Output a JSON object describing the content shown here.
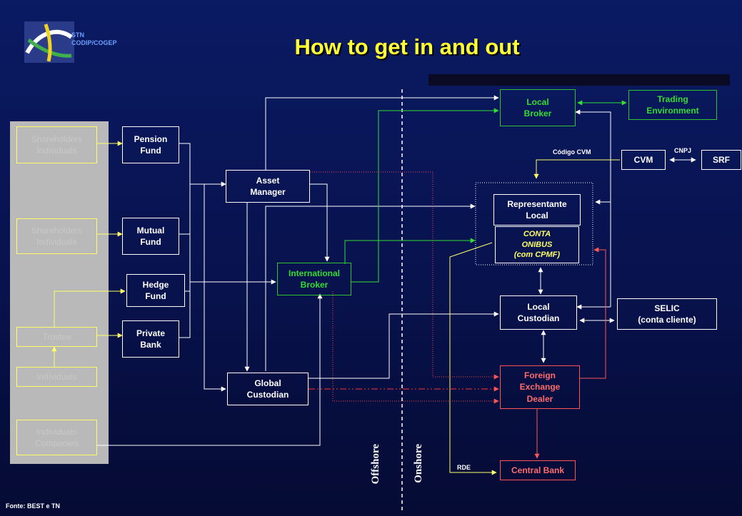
{
  "header": {
    "title": "How to get in and out",
    "org_line1": "STN",
    "org_line2": "CODIP/COGEP"
  },
  "left_panel": {
    "shareholders_1": {
      "line1": "Shareholders",
      "line2": "Individuals"
    },
    "shareholders_2": {
      "line1": "Shareholders",
      "line2": "Individuals"
    },
    "trustee": "Trustee",
    "individuals": "Individuals",
    "companies": {
      "line1": "Individuals",
      "line2": "Companies"
    }
  },
  "funds": {
    "pension": {
      "line1": "Pension",
      "line2": "Fund"
    },
    "mutual": {
      "line1": "Mutual",
      "line2": "Fund"
    },
    "hedge": {
      "line1": "Hedge",
      "line2": "Fund"
    },
    "private": {
      "line1": "Private",
      "line2": "Bank"
    }
  },
  "offshore": {
    "asset_manager": {
      "line1": "Asset",
      "line2": "Manager"
    },
    "international_broker": {
      "line1": "International",
      "line2": "Broker"
    },
    "global_custodian": {
      "line1": "Global",
      "line2": "Custodian"
    }
  },
  "onshore": {
    "local_broker": {
      "line1": "Local",
      "line2": "Broker"
    },
    "trading_environment": {
      "line1": "Trading",
      "line2": "Environment"
    },
    "cvm": "CVM",
    "srf": "SRF",
    "representante": {
      "line1": "Representante",
      "line2": "Local"
    },
    "conta": {
      "line1": "CONTA",
      "line2": "ONIBUS",
      "line3": "(com CPMF)"
    },
    "local_custodian": {
      "line1": "Local",
      "line2": "Custodian"
    },
    "selic": {
      "line1": "SELIC",
      "line2": "(conta cliente)"
    },
    "fx_dealer": {
      "line1": "Foreign",
      "line2": "Exchange",
      "line3": "Dealer"
    },
    "central_bank": "Central Bank"
  },
  "labels": {
    "codigo_cvm": "Código CVM",
    "cnpj": "CNPJ",
    "rde": "RDE",
    "offshore": "Offshore",
    "onshore": "Onshore",
    "source": "Fonte: BEST e TN"
  },
  "colors": {
    "background": "#0a1a63",
    "title": "#ffff33",
    "green": "#33dd33",
    "red": "#ff5555",
    "yellow": "#ffff66",
    "white": "#ffffff"
  }
}
